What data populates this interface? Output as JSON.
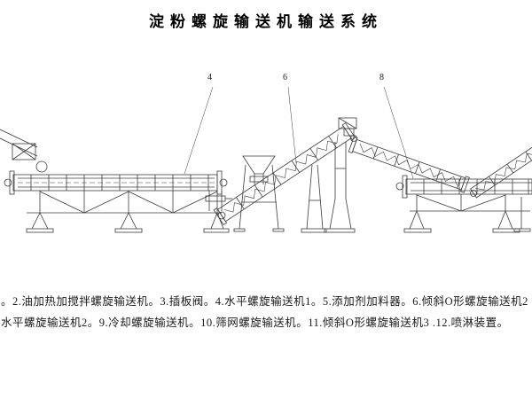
{
  "title": "淀粉螺旋输送机输送系统",
  "legend": {
    "line1": "。2.油加热加搅拌螺旋输送机。3.插板阀。4.水平螺旋输送机1。5.添加剂加料器。6.倾斜O形螺旋输送机2",
    "line2": "水平螺旋输送机2。9.冷却螺旋输送机。10.筛网螺旋输送机。11.倾斜O形螺旋输送机3 .12.喷淋装置。"
  },
  "callouts": [
    {
      "label": "4"
    },
    {
      "label": "6"
    },
    {
      "label": "8"
    }
  ],
  "components": [
    "油加热加搅拌螺旋输送机",
    "插板阀",
    "水平螺旋输送机1",
    "添加剂加料器",
    "倾斜O形螺旋输送机2",
    "水平螺旋输送机2",
    "冷却螺旋输送机",
    "筛网螺旋输送机",
    "倾斜O形螺旋输送机3",
    "喷淋装置"
  ],
  "colors": {
    "line": "#3c3c3c",
    "text": "#111111",
    "background": "#ffffff"
  }
}
